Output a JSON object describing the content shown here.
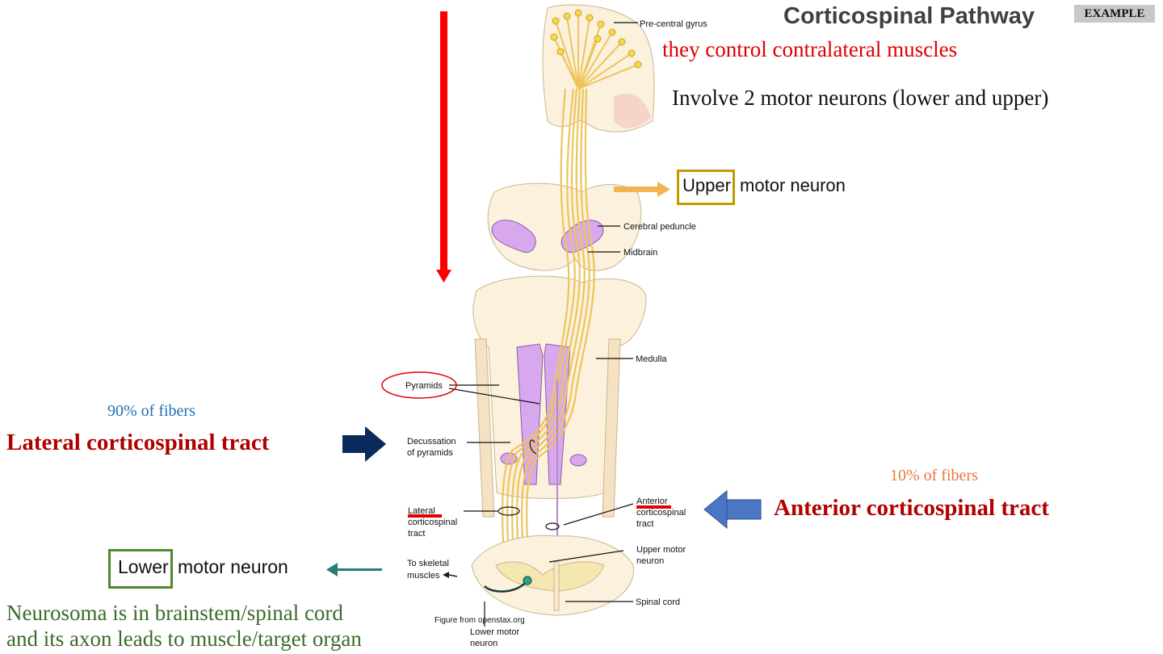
{
  "header": {
    "title": "Corticospinal Pathway",
    "badge": "EXAMPLE"
  },
  "notes": {
    "contralateral": "they control contralateral muscles",
    "two_neurons": "Involve 2 motor neurons (lower and upper)",
    "upper_highlight": "Upper",
    "upper_rest": " motor neuron",
    "lateral_percent": "90% of fibers",
    "lateral_tract": "Lateral corticospinal tract",
    "anterior_percent": "10% of fibers",
    "anterior_tract": "Anterior corticospinal tract",
    "lower_highlight": "Lower",
    "lower_rest": " motor neuron",
    "neurosoma_line1": "Neurosoma is in brainstem/spinal cord",
    "neurosoma_line2": "and its axon leads to muscle/target organ"
  },
  "figure_labels": {
    "precentral": "Pre-central gyrus",
    "cerebral_peduncle": "Cerebral peduncle",
    "midbrain": "Midbrain",
    "medulla": "Medulla",
    "pyramids": "Pyramids",
    "decussation_1": "Decussation",
    "decussation_2": "of pyramids",
    "lateral_1": "Lateral",
    "lateral_2": "corticospinal",
    "lateral_3": "tract",
    "anterior_1": "Anterior",
    "anterior_2": "corticospinal",
    "anterior_3": "tract",
    "upper_motor_1": "Upper motor",
    "upper_motor_2": "neuron",
    "skeletal_1": "To skeletal",
    "skeletal_2": "muscles",
    "spinal_cord": "Spinal cord",
    "lower_motor_1": "Lower motor",
    "lower_motor_2": "neuron",
    "source": "Figure from openstax.org"
  },
  "colors": {
    "title": "#404040",
    "red_text": "#e00000",
    "dark_red": "#b00000",
    "blue_text": "#1f6fb2",
    "orange_text": "#e5773a",
    "green_text": "#3a6b2a",
    "upper_box": "#c39a00",
    "lower_box": "#4e8a2e",
    "navy_arrow": "#0b2a5c",
    "blue_arrow": "#4a76c4",
    "teal_arrow": "#2a7a7a",
    "fiber": "#f0c55a",
    "pyramid": "#d8a8ee"
  },
  "icons": [
    "down-arrow-icon",
    "right-arrow-icon",
    "left-arrow-icon",
    "neuron-icon"
  ]
}
